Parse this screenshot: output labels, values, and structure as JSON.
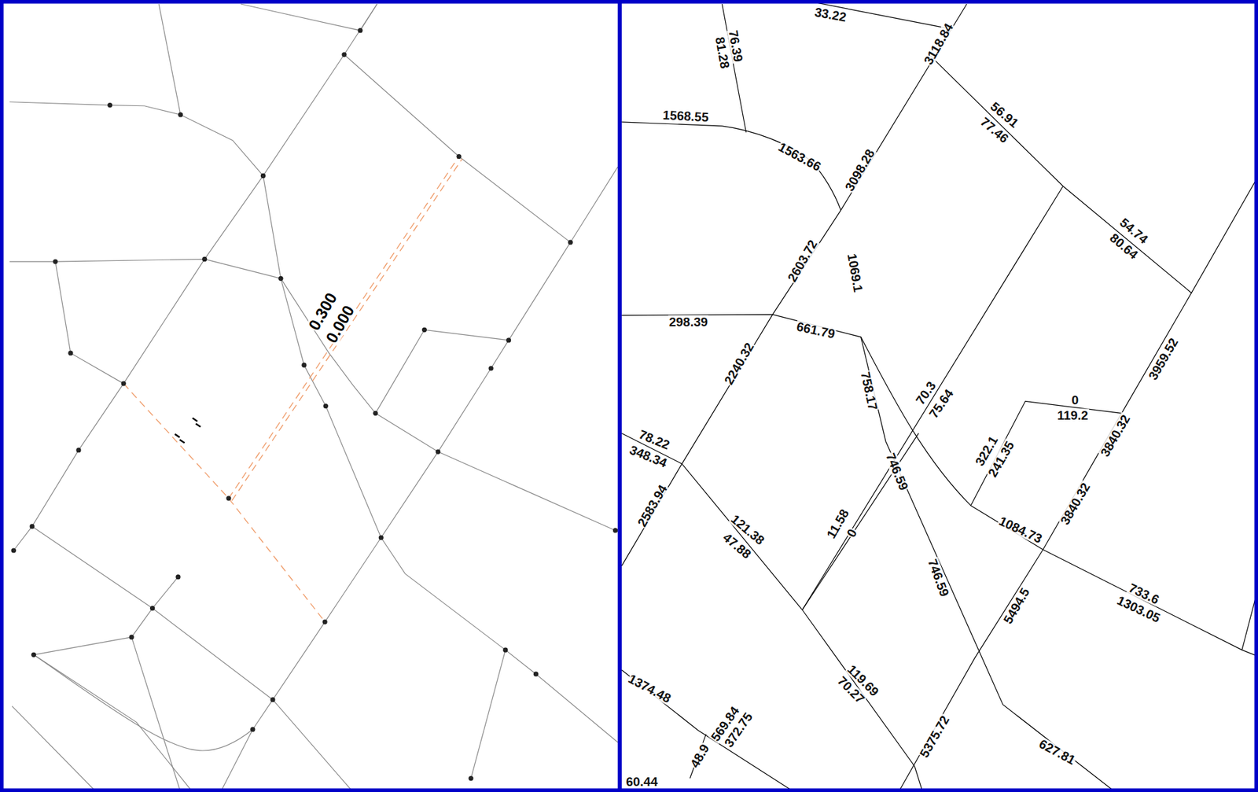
{
  "diagram": {
    "labels": [
      "0.300",
      "0.000",
      "33.22",
      "76.39",
      "81.28",
      "3118.84",
      "1568.55",
      "1563.66",
      "3098.28",
      "56.91",
      "77.46",
      "54.74",
      "80.64",
      "2603.72",
      "1069.1",
      "298.39",
      "661.79",
      "3959.52",
      "2240.32",
      "758.17",
      "70.3",
      "75.64",
      "0",
      "119.2",
      "3840.32",
      "78.22",
      "348.34",
      "322.1",
      "241.35",
      "746.59",
      "2583.94",
      "3840.32",
      "121.38",
      "47.88",
      "11.58",
      "0",
      "1084.73",
      "746.59",
      "5494.5",
      "733.6",
      "1303.05",
      "119.69",
      "70.27",
      "1374.48",
      "48.9",
      "569.84",
      "372.75",
      "5375.72",
      "627.81",
      "60.44"
    ]
  }
}
